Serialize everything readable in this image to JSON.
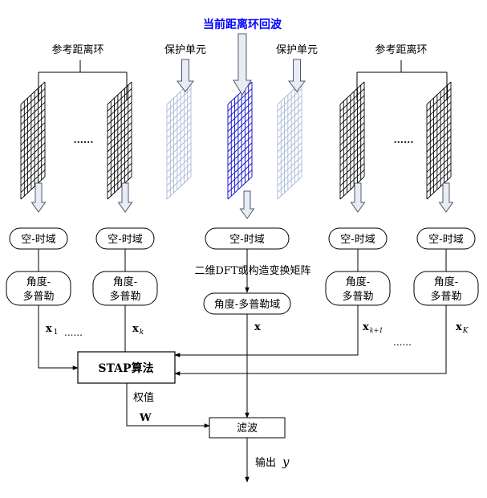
{
  "title": "当前距离环回波",
  "ref_left": "参考距离环",
  "ref_right": "参考距离环",
  "guard_left": "保护单元",
  "guard_right": "保护单元",
  "dots_top_left": "......",
  "dots_top_right": "......",
  "st_domain": "空-时域",
  "ad_domain_line1": "角度-",
  "ad_domain_line2": "多普勒",
  "center_ad": "角度-多普勒域",
  "transform_label": "二维DFT或构造变换矩阵",
  "x1": "x",
  "x1_sub": "1",
  "dots_x1": "......",
  "xk": "x",
  "xk_sub": "k",
  "x_center": "x",
  "xk1": "x",
  "xk1_sub": "k+1",
  "dots_xk1": "......",
  "xK": "x",
  "xK_sub": "K",
  "stap": "STAP算法",
  "weight_label": "权值",
  "w_symbol": "W",
  "filter": "滤波",
  "output_label": "输出",
  "output_symbol": "y",
  "colors": {
    "black": "#000000",
    "blue_title": "#0000ff",
    "blue_grid": "#1a1acc",
    "light_grid": "#a8b8d8",
    "arrow_fill": "#e8ecf4",
    "arrow_stroke": "#50586a"
  }
}
